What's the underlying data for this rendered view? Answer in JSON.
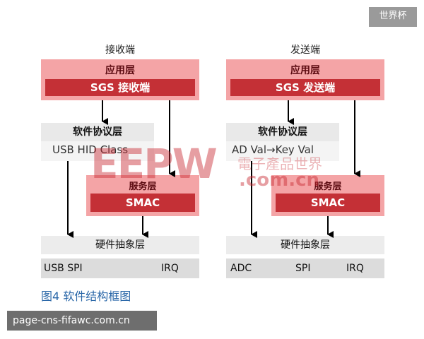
{
  "corner_tag": "世界杯",
  "receiver": {
    "title": "接收端",
    "app_layer": "应用层",
    "app_sub": "SGS 接收端",
    "protocol_layer": "软件协议层",
    "protocol_sub": "USB HID Class",
    "service_layer": "服务层",
    "service_sub": "SMAC",
    "hal": "硬件抽象层",
    "ports": [
      "USB SPI",
      "IRQ"
    ]
  },
  "sender": {
    "title": "发送端",
    "app_layer": "应用层",
    "app_sub": "SGS 发送端",
    "protocol_layer": "软件协议层",
    "protocol_sub": "AD Val→Key Val",
    "service_layer": "服务层",
    "service_sub": "SMAC",
    "hal": "硬件抽象层",
    "ports": [
      "ADC",
      "SPI",
      "IRQ"
    ]
  },
  "caption": "图4  软件结构框图",
  "watermark": {
    "logo": "EEPW",
    "chinese": "電子產品世界",
    "domain": ".com.cn"
  },
  "url_banner": "page-cns-fifawc.com.cn"
}
